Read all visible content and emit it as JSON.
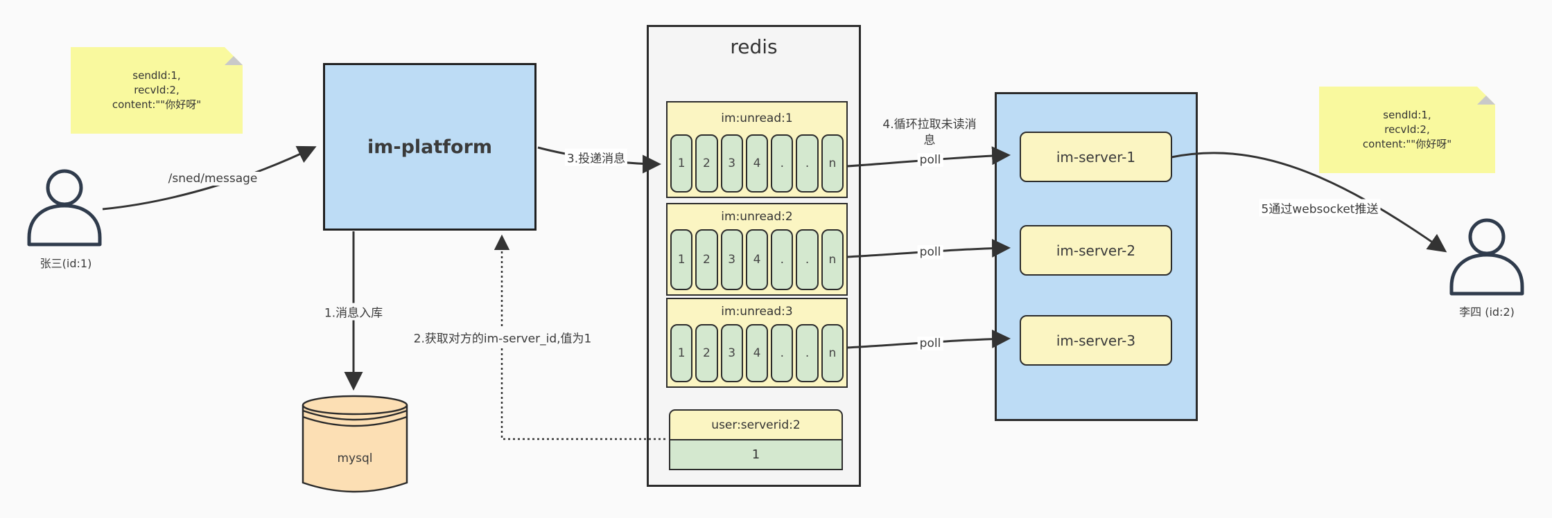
{
  "actors": {
    "sender": {
      "label": "张三(id:1)"
    },
    "receiver": {
      "label": "李四 (id:2)"
    }
  },
  "notes": {
    "sender": {
      "line1": "sendId:1,",
      "line2": "recvId:2,",
      "line3": "content:\"\"你好呀\""
    },
    "receiver": {
      "line1": "sendId:1,",
      "line2": "recvId:2,",
      "line3": "content:\"\"你好呀\""
    }
  },
  "platform": {
    "label": "im-platform"
  },
  "database": {
    "label": "mysql"
  },
  "redis": {
    "title": "redis",
    "queues": [
      {
        "name": "im:unread:1",
        "cells": [
          "1",
          "2",
          "3",
          "4",
          ".",
          ".",
          "n"
        ]
      },
      {
        "name": "im:unread:2",
        "cells": [
          "1",
          "2",
          "3",
          "4",
          ".",
          ".",
          "n"
        ]
      },
      {
        "name": "im:unread:3",
        "cells": [
          "1",
          "2",
          "3",
          "4",
          ".",
          ".",
          "n"
        ]
      }
    ],
    "mapping": {
      "name": "user:serverid:2",
      "value": "1"
    }
  },
  "servers": {
    "items": [
      {
        "label": "im-server-1"
      },
      {
        "label": "im-server-2"
      },
      {
        "label": "im-server-3"
      }
    ]
  },
  "edges": {
    "send": "/sned/message",
    "step1": "1.消息入库",
    "step2": "2.获取对方的im-server_id,值为1",
    "step3": "3.投递消息",
    "step4": "4.循环拉取未读消息",
    "poll1": "poll",
    "poll2": "poll",
    "poll3": "poll",
    "step5": "5通过websocket推送"
  },
  "icons": {
    "sender": "person-icon",
    "receiver": "person-icon",
    "note_corner": "folded-corner-icon",
    "database": "cylinder-shape"
  },
  "colors": {
    "note_fill": "#f9f99e",
    "platform_fill": "#bddcf5",
    "server_container_fill": "#bddcf5",
    "server_box_fill": "#fbf5c2",
    "queue_header_fill": "#fbf5c2",
    "cell_fill": "#d4e8cf",
    "redis_fill": "#f5f5f5",
    "mysql_fill": "#fcdfb4",
    "line": "#333333",
    "person": "#2f3b4c"
  }
}
